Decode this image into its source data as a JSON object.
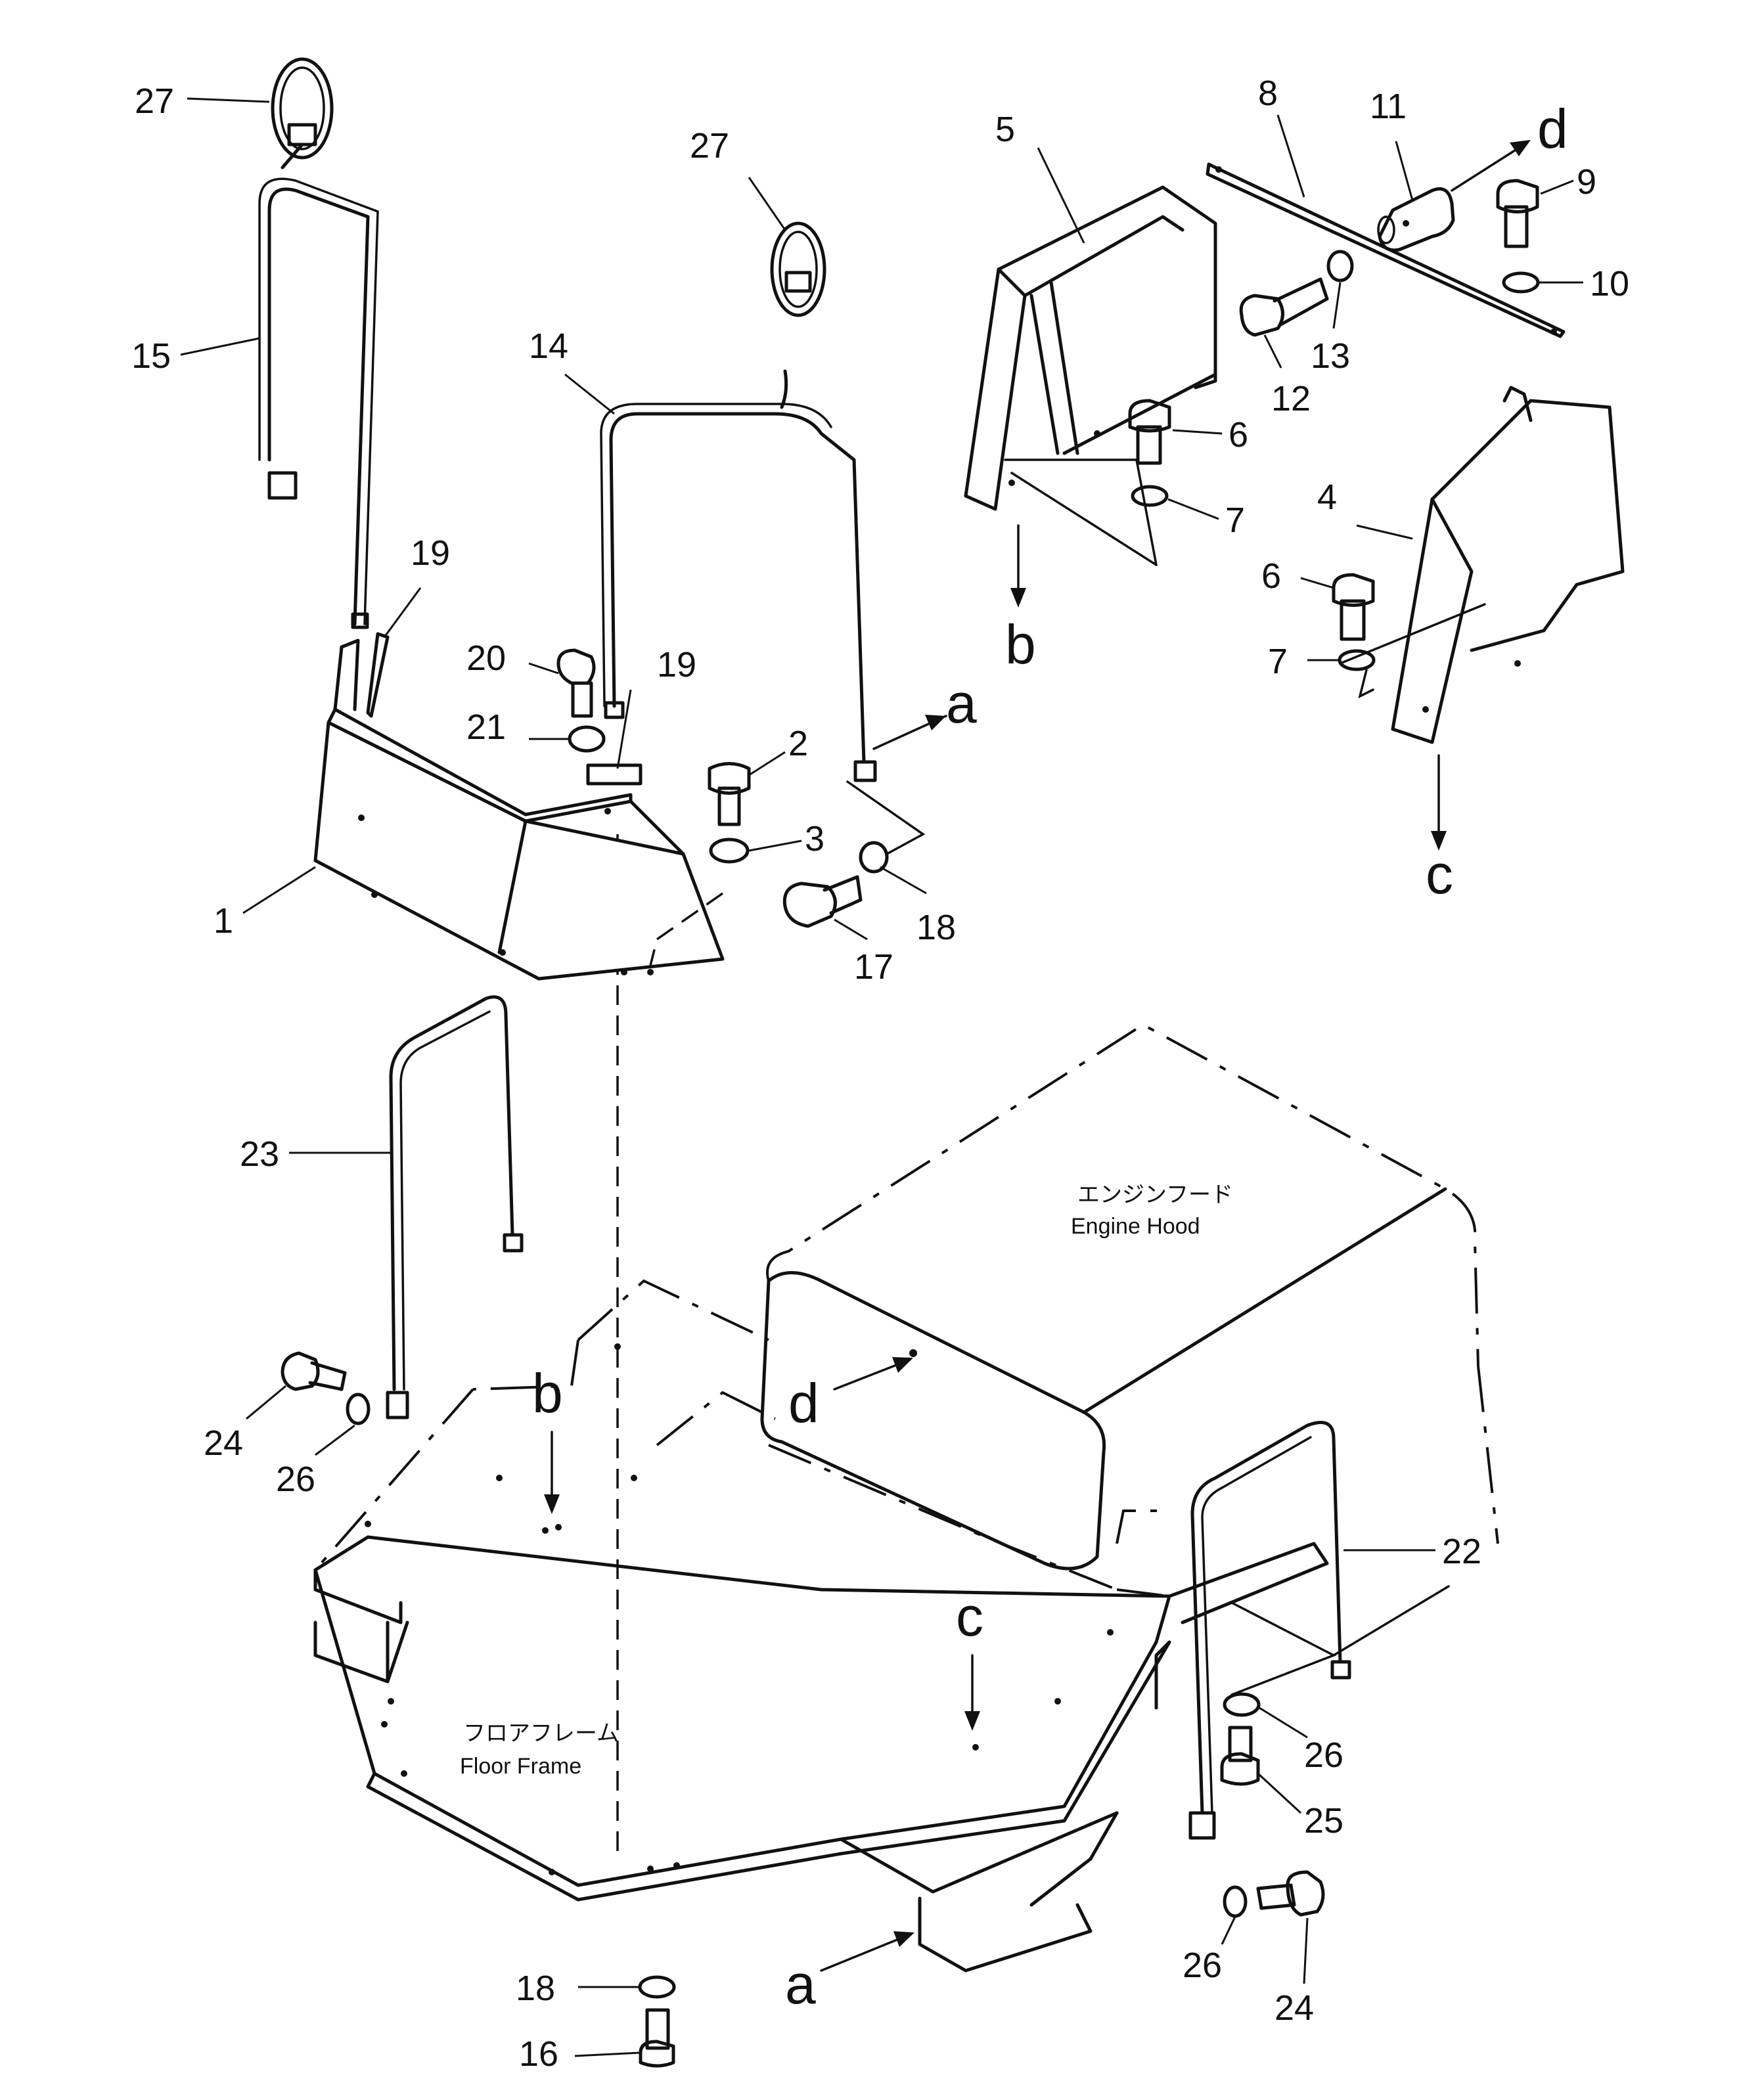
{
  "callouts": {
    "c27a": "27",
    "c27b": "27",
    "c15": "15",
    "c14": "14",
    "c19a": "19",
    "c19b": "19",
    "c20": "20",
    "c21": "21",
    "c1": "1",
    "c2": "2",
    "c3": "3",
    "c17": "17",
    "c18a": "18",
    "c5": "5",
    "c8": "8",
    "c11": "11",
    "c9": "9",
    "c10": "10",
    "c13": "13",
    "c12": "12",
    "c6a": "6",
    "c7a": "7",
    "c4": "4",
    "c6b": "6",
    "c7b": "7",
    "c23": "23",
    "c24a": "24",
    "c26a": "26",
    "c22": "22",
    "c26b": "26",
    "c25": "25",
    "c26c": "26",
    "c24b": "24",
    "c18b": "18",
    "c16": "16"
  },
  "letters": {
    "a_top": "a",
    "a_bottom": "a",
    "b_top": "b",
    "b_bottom": "b",
    "c_top": "c",
    "c_bottom": "c",
    "d_top": "d",
    "d_bottom": "d"
  },
  "labels": {
    "engine_hood_jp": "エンジンフード",
    "engine_hood_en": "Engine  Hood",
    "floor_frame_jp": "フロアフレーム",
    "floor_frame_en": "Floor  Frame"
  }
}
